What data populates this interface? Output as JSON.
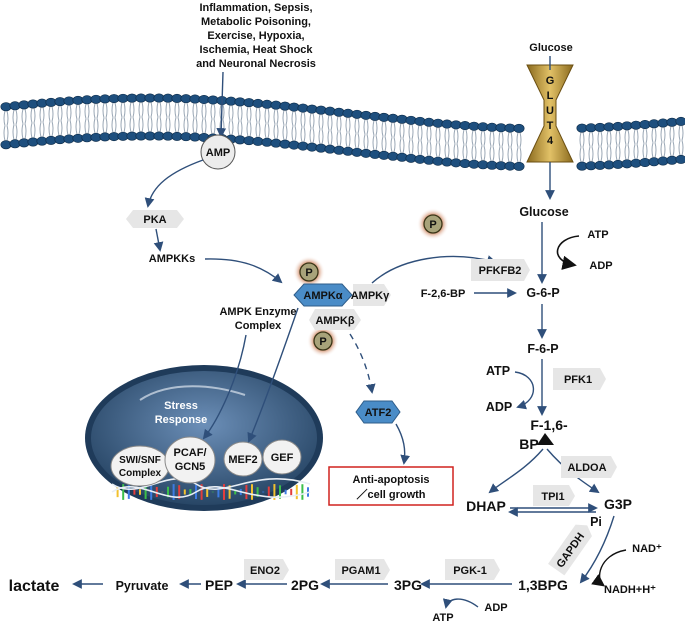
{
  "stimuli": {
    "line1": "Inflammation, Sepsis,",
    "line2": "Metabolic Poisoning,",
    "line3": "Exercise, Hypoxia,",
    "line4": "Ischemia, Heat Shock",
    "line5": "and Neuronal Necrosis"
  },
  "glucose_outside": "Glucose",
  "glut4_letters": [
    "G",
    "L",
    "U",
    "T",
    "4"
  ],
  "amp": "AMP",
  "pka": "PKA",
  "ampkks": "AMPKKs",
  "phospho": "P",
  "ampk_alpha": "AMPKα",
  "ampk_gamma": "AMPKγ",
  "ampk_beta": "AMPKβ",
  "complex_l1": "AMPK Enzyme",
  "complex_l2": "Complex",
  "atf2": "ATF2",
  "outcome_l1": "Anti-apoptosis",
  "outcome_l2": "／cell growth",
  "nucleus": {
    "stress_l1": "Stress",
    "stress_l2": "Response",
    "swi_l1": "SWI/SNF",
    "swi_l2": "Complex",
    "pcaf_l1": "PCAF/",
    "pcaf_l2": "GCN5",
    "mef2": "MEF2",
    "gef": "GEF"
  },
  "glycolysis": {
    "glucose_in": "Glucose",
    "atp1": "ATP",
    "adp1": "ADP",
    "pfkfb2": "PFKFB2",
    "f26bp": "F-2,6-BP",
    "g6p": "G-6-P",
    "f6p": "F-6-P",
    "atp2": "ATP",
    "adp2": "ADP",
    "pfk1": "PFK1",
    "f16bp_l1": "F-1,6-",
    "f16bp_l2": "BP",
    "aldoa": "ALDOA",
    "dhap": "DHAP",
    "tpi1": "TPI1",
    "g3p": "G3P",
    "pi": "Pi",
    "gapdh": "GAPDH",
    "nad": "NAD⁺",
    "nadh": "NADH+H⁺",
    "bpg13": "1,3BPG",
    "pgk1": "PGK-1",
    "atp3": "ATP",
    "adp3": "ADP",
    "pg3": "3PG",
    "pgam1": "PGAM1",
    "pg2": "2PG",
    "eno2": "ENO2",
    "pep": "PEP",
    "pyruvate": "Pyruvate",
    "lactate": "lactate"
  },
  "colors": {
    "membrane_head": "#1e4f7e",
    "membrane_tail": "#9aa7b5",
    "arrow": "#2f4f7a",
    "ampk_alpha_fill": "#4a8cc7",
    "nucleus_fill": "#3d5f86",
    "outcome_border": "#d0221f",
    "pill": "#e6e6e6",
    "glut_fill": "#c9a24a"
  }
}
